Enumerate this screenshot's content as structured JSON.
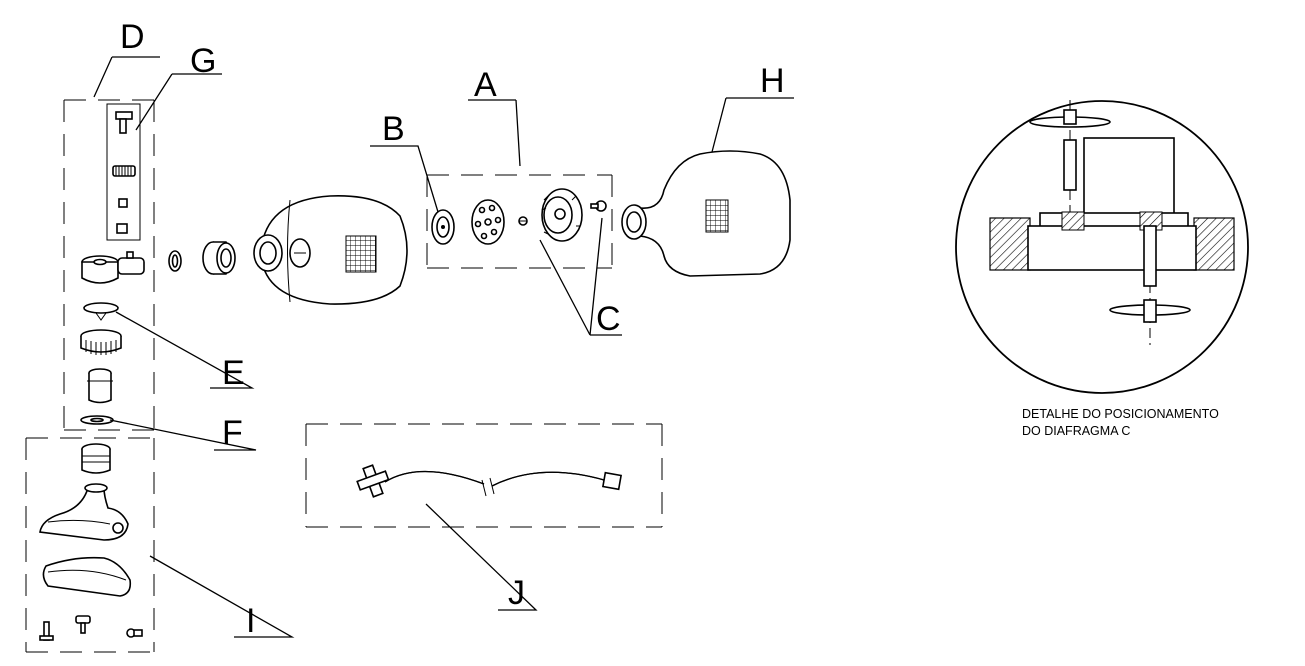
{
  "labels": {
    "A": "A",
    "B": "B",
    "C": "C",
    "D": "D",
    "E": "E",
    "F": "F",
    "G": "G",
    "H": "H",
    "I": "I",
    "J": "J"
  },
  "detail_caption": {
    "line1": "DETALHE DO POSICIONAMENTO",
    "line2": "DO DIAFRAGMA C"
  }
}
